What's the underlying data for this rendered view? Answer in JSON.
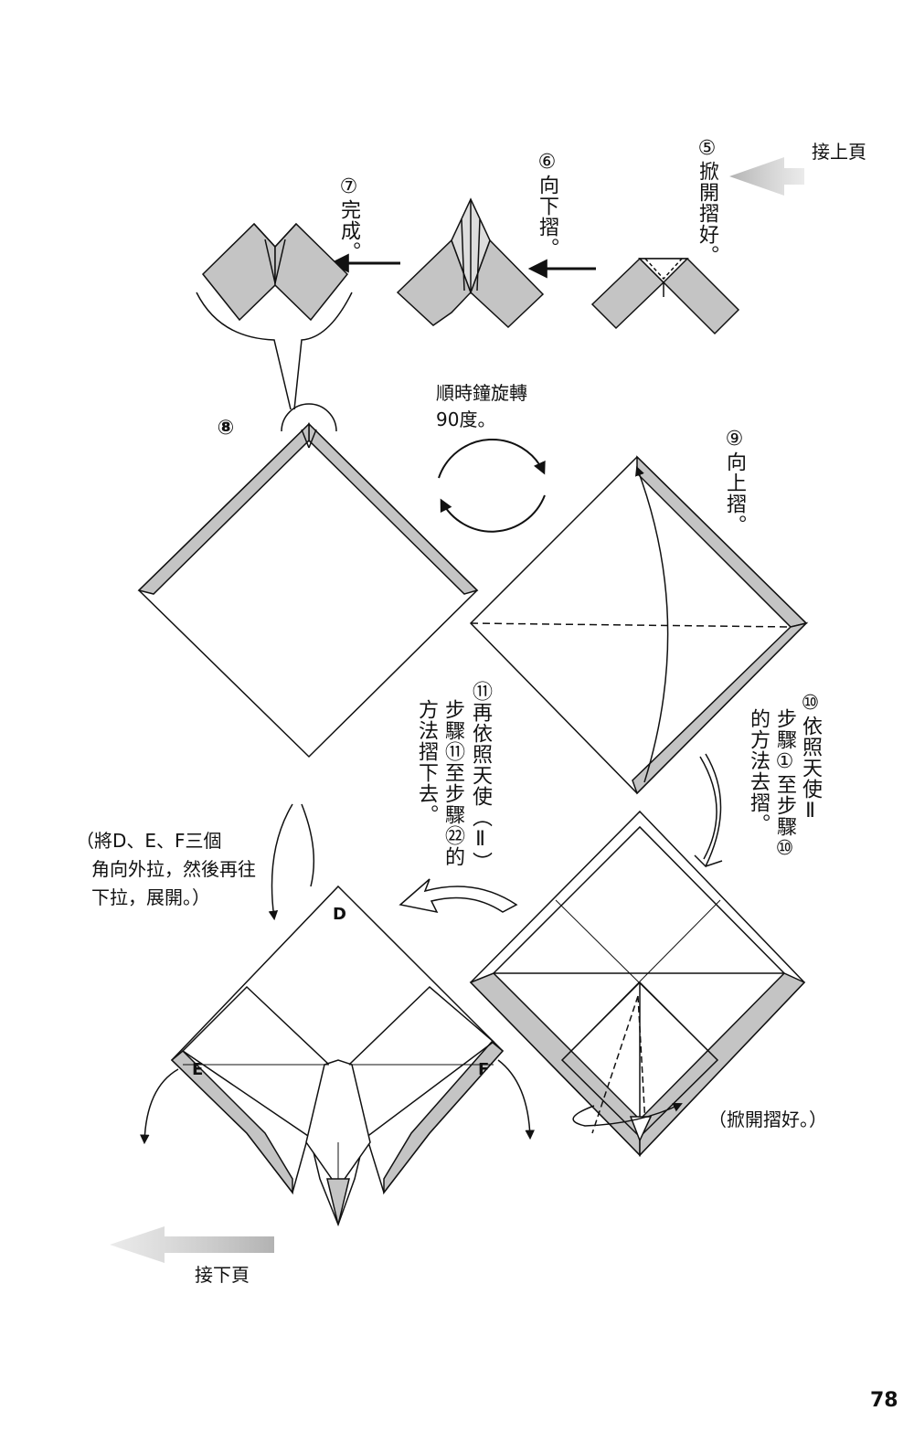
{
  "nav": {
    "prev_label": "接上頁",
    "next_label": "接下頁"
  },
  "steps": {
    "s5": "⑤掀開摺好。",
    "s6": "⑥向下摺。",
    "s7": "⑦完成。",
    "s8": "⑧",
    "s9": "⑨向上摺。",
    "s10_col1": "⑩依照天使Ⅱ",
    "s10_col2": "步驟①至步驟⑩",
    "s10_col3": "的方法去摺。",
    "s11_col1": "⑪再依照天使（Ⅱ）",
    "s11_col2": "步驟⑪至步驟㉒的",
    "s11_col3": "方法摺下去。"
  },
  "notes": {
    "rotate_line1": "順時鐘旋轉",
    "rotate_line2": "90度。",
    "pull_line1": "（將D、E、F三個",
    "pull_line2": "角向外拉，然後再往",
    "pull_line3": "下拉，展開。）",
    "open_fold": "（掀開摺好。）"
  },
  "corners": {
    "d": "D",
    "e": "E",
    "f": "F"
  },
  "page_number": "78",
  "colors": {
    "paper_gray": "#c4c4c4",
    "ink": "#111111",
    "arrow_gray": "#bbbbbb"
  }
}
